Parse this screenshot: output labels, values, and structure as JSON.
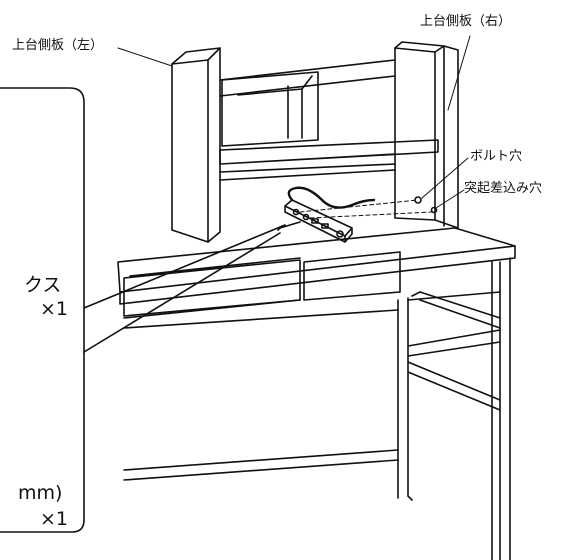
{
  "labels": {
    "upper_side_left": "上台側板（左）",
    "upper_side_right": "上台側板（右）",
    "bolt_hole": "ボルト穴",
    "protrusion_hole": "突起差込み穴"
  },
  "callout": {
    "item1_text": "クス",
    "item1_qty": "×1",
    "item2_text": "mm)",
    "item2_qty": "×1"
  },
  "colors": {
    "line": "#111111",
    "background": "#ffffff"
  }
}
